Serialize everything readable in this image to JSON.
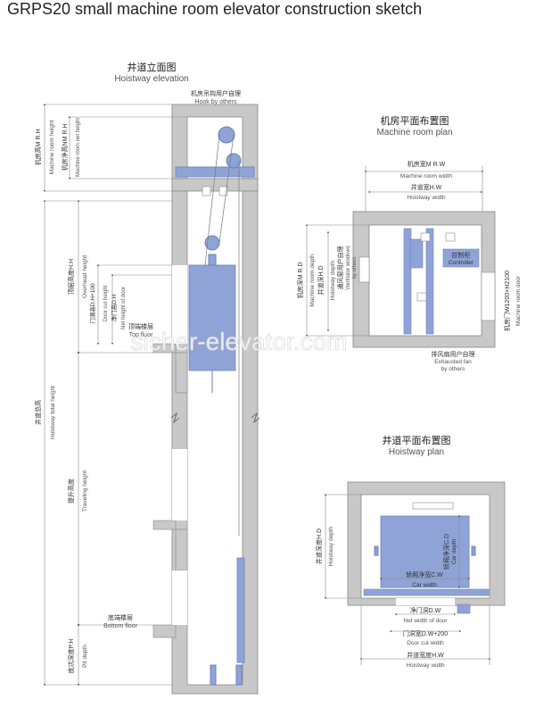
{
  "title": "GRPS20 small machine room elevator construction sketch",
  "watermark": "sicher-elevator.com",
  "colors": {
    "wall": "#c8c8c8",
    "rail": "#8fa3d6",
    "car": "#8fa3d6",
    "line": "#555555"
  },
  "elevation": {
    "title_cn": "井道立面图",
    "title_en": "Hoistway elevation",
    "hook_cn": "机房吊钩用户自理",
    "hook_en": "Hook by others",
    "mr_height_cn": "机房高M R.H",
    "mr_height_en": "Machine room height",
    "mr_net_height_cn": "机房净高NM R.H",
    "mr_net_height_en": "Machine room net height",
    "total_height_cn": "井道总高",
    "total_height_en": "Hoistway total height",
    "overhead_cn": "顶层高度H.H",
    "overhead_en": "Overhead height",
    "door_cut_height_cn": "门洞高D.H+100",
    "door_cut_height_en": "Door cut height",
    "net_door_height_cn": "净门高D.H",
    "net_door_height_en": "Net height of door",
    "top_floor_cn": "顶端楼层",
    "top_floor_en": "Top floor",
    "travel_cn": "提升高度",
    "travel_en": "Traveling height",
    "bottom_floor_cn": "底端楼层",
    "bottom_floor_en": "Bottom floor",
    "pit_cn": "底坑深度P.H",
    "pit_en": "Pit depth"
  },
  "machine_room": {
    "title_cn": "机房平面布置图",
    "title_en": "Machine room plan",
    "mr_width_cn": "机房宽M R.W",
    "mr_width_en": "Machine room width",
    "hw_width_cn": "井道宽H.W",
    "hw_width_en": "Hoistway width",
    "mr_depth_cn": "机房深M R.D",
    "mr_depth_en": "Machine room depth",
    "hw_depth_cn": "井道深H.D",
    "hw_depth_en": "Hoistway depth",
    "vent_cn": "通风窗用户自理",
    "vent_en1": "Ventilator windows",
    "vent_en2": "by others",
    "controller_cn": "控制柜",
    "controller_en": "Controller",
    "mr_door_cn": "机房门W1200×H2100",
    "mr_door_en": "Machine room door",
    "fan_cn": "排风扇用户自理",
    "fan_en1": "Exhausted fan",
    "fan_en2": "by others"
  },
  "hoistway_plan": {
    "title_cn": "井道平面布置图",
    "title_en": "Hoistway plan",
    "hw_depth_cn": "井道深度H.D",
    "hw_depth_en": "Hoistway depth",
    "car_depth_cn": "轿厢净深C.D",
    "car_depth_en": "Car depth",
    "car_width_cn": "轿厢净宽C.W",
    "car_width_en": "Car width",
    "net_door_cn": "净门洞D.W",
    "net_door_en": "Net width of door",
    "door_cut_cn": "门洞宽D.W+200",
    "door_cut_en": "Door cut width",
    "hw_width_cn": "井道宽度H.W",
    "hw_width_en": "Hoistway width"
  }
}
